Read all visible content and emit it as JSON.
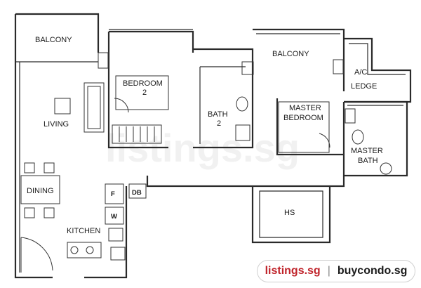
{
  "rooms": {
    "balcony_left": "BALCONY",
    "living": "LIVING",
    "bedroom2_line1": "BEDROOM",
    "bedroom2_line2": "2",
    "bath2_line1": "BATH",
    "bath2_line2": "2",
    "balcony_right": "BALCONY",
    "ac_line1": "A/C",
    "ac_line2": "LEDGE",
    "master_bedroom_line1": "MASTER",
    "master_bedroom_line2": "BEDROOM",
    "master_bath_line1": "MASTER",
    "master_bath_line2": "BATH",
    "dining": "DINING",
    "kitchen": "KITCHEN",
    "hs": "HS",
    "fridge": "F",
    "db": "DB",
    "washer": "W"
  },
  "watermark": {
    "brand1": "listings.sg",
    "separator": "|",
    "brand2": "buycondo.sg"
  },
  "colors": {
    "wall": "#2a2a2a",
    "brand_red": "#c0242b"
  }
}
